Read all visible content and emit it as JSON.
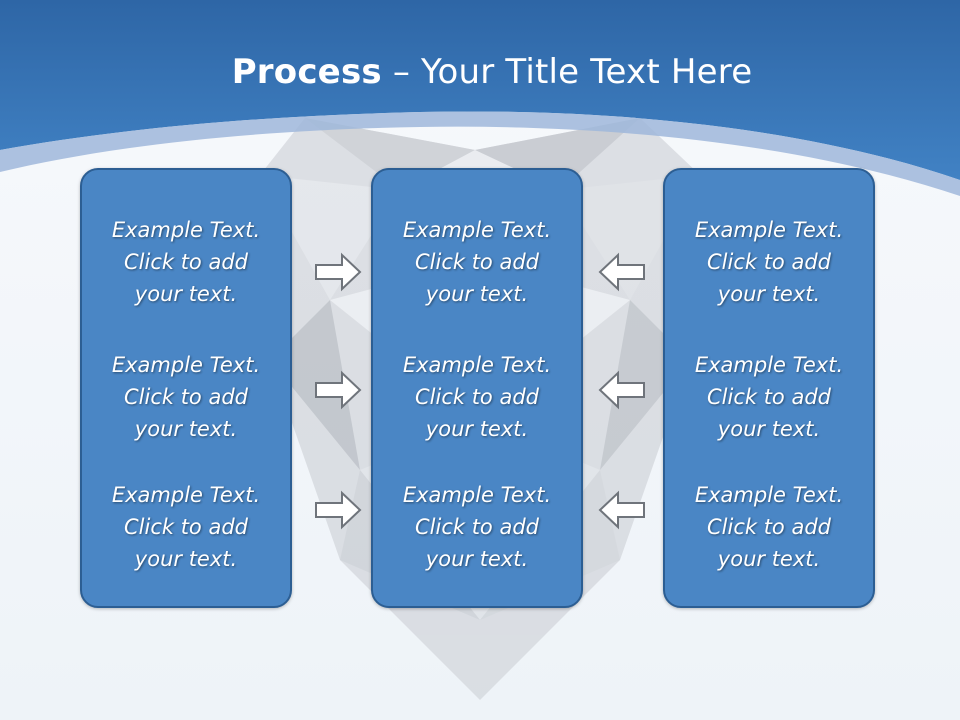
{
  "slide": {
    "title_strong": "Process",
    "title_rest": " – Your Title Text Here"
  },
  "columns": [
    {
      "cells": [
        {
          "l1": "Example Text.",
          "l2": "Click  to add",
          "l3": "your text."
        },
        {
          "l1": "Example Text.",
          "l2": "Click  to add",
          "l3": "your text."
        },
        {
          "l1": "Example Text.",
          "l2": "Click  to add",
          "l3": "your text."
        }
      ]
    },
    {
      "cells": [
        {
          "l1": "Example Text.",
          "l2": "Click  to add",
          "l3": "your text."
        },
        {
          "l1": "Example Text.",
          "l2": "Click  to add",
          "l3": "your text."
        },
        {
          "l1": "Example Text.",
          "l2": "Click  to add",
          "l3": "your text."
        }
      ]
    },
    {
      "cells": [
        {
          "l1": "Example Text.",
          "l2": "Click  to add",
          "l3": "your text."
        },
        {
          "l1": "Example Text.",
          "l2": "Click  to add",
          "l3": "your text."
        },
        {
          "l1": "Example Text.",
          "l2": "Click  to add",
          "l3": "your text."
        }
      ]
    }
  ],
  "icons": {
    "left_column_arrows": "arrow-right-icon",
    "right_column_arrows": "arrow-left-icon"
  },
  "colors": {
    "header_blue": "#3a77b8",
    "panel_blue": "#4a86c5",
    "panel_border": "#2c5e93"
  }
}
